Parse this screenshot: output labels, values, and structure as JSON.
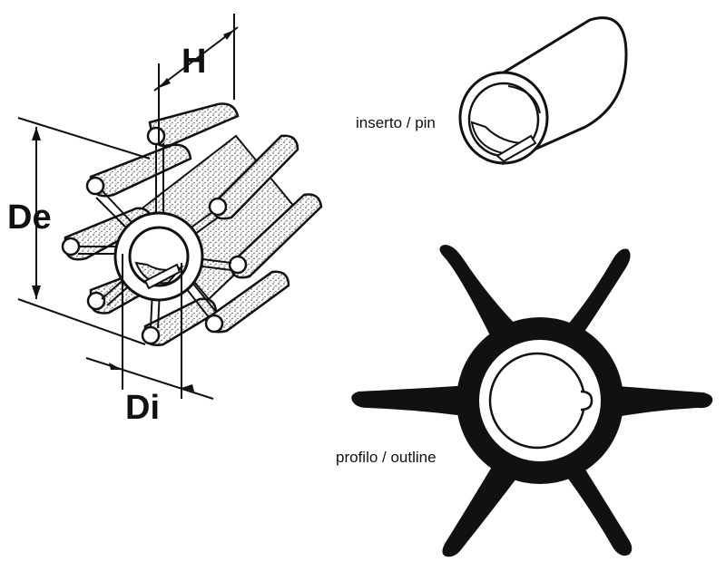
{
  "dimensions": {
    "height_label": "H",
    "outer_diameter_label": "De",
    "inner_diameter_label": "Di"
  },
  "captions": {
    "pin": "inserto / pin",
    "outline": "profilo / outline"
  },
  "colors": {
    "ink": "#111111",
    "background": "#ffffff",
    "stipple": "#555555"
  }
}
